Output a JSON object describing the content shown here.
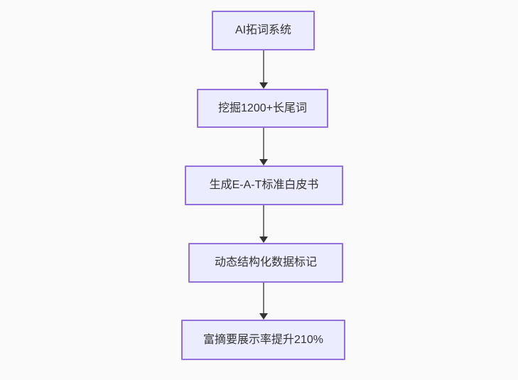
{
  "diagram": {
    "type": "flowchart",
    "direction": "top-down",
    "nodes": [
      {
        "id": "n1",
        "label": "AI拓词系统"
      },
      {
        "id": "n2",
        "label": "挖掘1200+长尾词"
      },
      {
        "id": "n3",
        "label": "生成E-A-T标准白皮书"
      },
      {
        "id": "n4",
        "label": "动态结构化数据标记"
      },
      {
        "id": "n5",
        "label": "富摘要展示率提升210%"
      }
    ],
    "edges": [
      {
        "from": "n1",
        "to": "n2",
        "arrow": "down"
      },
      {
        "from": "n2",
        "to": "n3",
        "arrow": "down"
      },
      {
        "from": "n3",
        "to": "n4",
        "arrow": "down"
      },
      {
        "from": "n4",
        "to": "n5",
        "arrow": "down"
      }
    ],
    "colors": {
      "background": "#fafafa",
      "node_fill": "#ececff",
      "node_border": "#9370db",
      "node_text": "#333333",
      "edge_line": "#777777",
      "arrowhead": "#333333"
    }
  }
}
